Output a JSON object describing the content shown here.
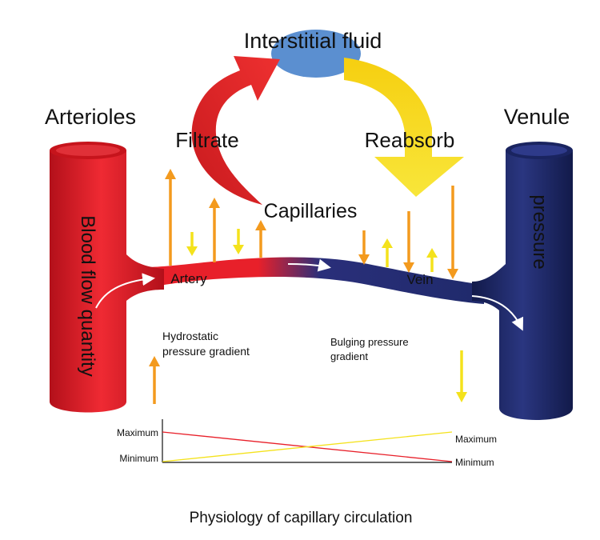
{
  "labels": {
    "interstitial_fluid": "Interstitial fluid",
    "arterioles": "Arterioles",
    "venule": "Venule",
    "filtrate": "Filtrate",
    "reabsorb": "Reabsorb",
    "capillaries": "Capillaries",
    "blood_flow_quantity": "Blood flow quantity",
    "pressure": "pressure",
    "artery": "Artery",
    "vein": "Vein",
    "hydrostatic_line1": "Hydrostatic",
    "hydrostatic_line2": "pressure gradient",
    "bulging_line1": "Bulging pressure",
    "bulging_line2": "gradient",
    "maximum_left": "Maximum",
    "minimum_left": "Minimum",
    "maximum_right": "Maximum",
    "minimum_right": "Minimum",
    "caption": "Physiology of capillary circulation"
  },
  "colors": {
    "arteriole_red": "#e8202a",
    "venule_navy": "#1f2a6b",
    "filtrate_arrow": "#e52421",
    "reabsorb_arrow": "#f5d90a",
    "interstitial_blue": "#5b8fd0",
    "orange_arrow": "#f39a1e",
    "yellow_arrow": "#f4e21c",
    "hydrostatic_line": "#e8202a",
    "bulging_line": "#f4e21c"
  }
}
